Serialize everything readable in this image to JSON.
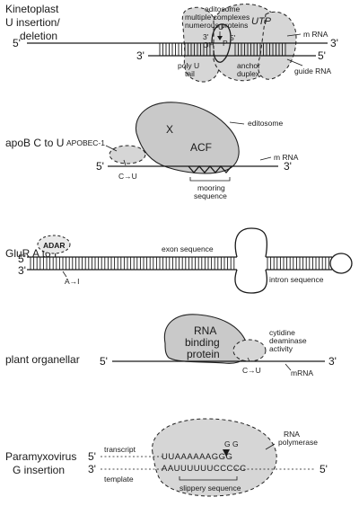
{
  "panel1": {
    "title_line1": "Kinetoplast",
    "title_line2": "U insertion/",
    "title_line3": "deletion",
    "editosome_line1": "editosome",
    "editosome_line2": "multiple complexes",
    "editosome_line3": "numerous proteins",
    "utp": "UTP",
    "three_oh_a": "3'",
    "three_oh_b": "OH",
    "u": "U",
    "p": "P",
    "five_top": "5'",
    "mrna": "m RNA",
    "left5": "5'",
    "right3": "3'",
    "guide3": "3'",
    "guide5": "5'",
    "polyu_line1": "poly U",
    "polyu_line2": "tail",
    "anchor_line1": "anchor",
    "anchor_line2": "duplex",
    "guide_rna": "guide RNA"
  },
  "panel2": {
    "title": "apoB C to U",
    "x": "X",
    "acf": "ACF",
    "editosome": "editosome",
    "apobec": "APOBEC-1",
    "mrna": "m RNA",
    "left5": "5'",
    "right3": "3'",
    "conversion": "C→U",
    "mooring_line1": "mooring",
    "mooring_line2": "sequence"
  },
  "panel3": {
    "title": "GluR A to I",
    "adar": "ADAR",
    "exon": "exon sequence",
    "intron": "intron sequence",
    "left5": "5'",
    "left3": "3'",
    "conversion": "A→I"
  },
  "panel4": {
    "title": "plant organellar",
    "rna_line1": "RNA",
    "rna_line2": "binding",
    "rna_line3": "protein",
    "cyt_line1": "cytidine",
    "cyt_line2": "deaminase",
    "cyt_line3": "activity",
    "left5": "5'",
    "right3": "3'",
    "conversion": "C→U",
    "mrna": "mRNA"
  },
  "panel5": {
    "title_line1": "Paramyxovirus",
    "title_line2": "G insertion",
    "rna_pol_line1": "RNA",
    "rna_pol_line2": "polymerase",
    "transcript": "transcript",
    "template": "template",
    "five_a": "5'",
    "three_a": "3'",
    "five_b": "5'",
    "top_seq": "UUAAAAAAGGG",
    "bottom_seq": "AAUUUUUUCCCCC",
    "gg": "G G",
    "slippery": "slippery sequence"
  }
}
